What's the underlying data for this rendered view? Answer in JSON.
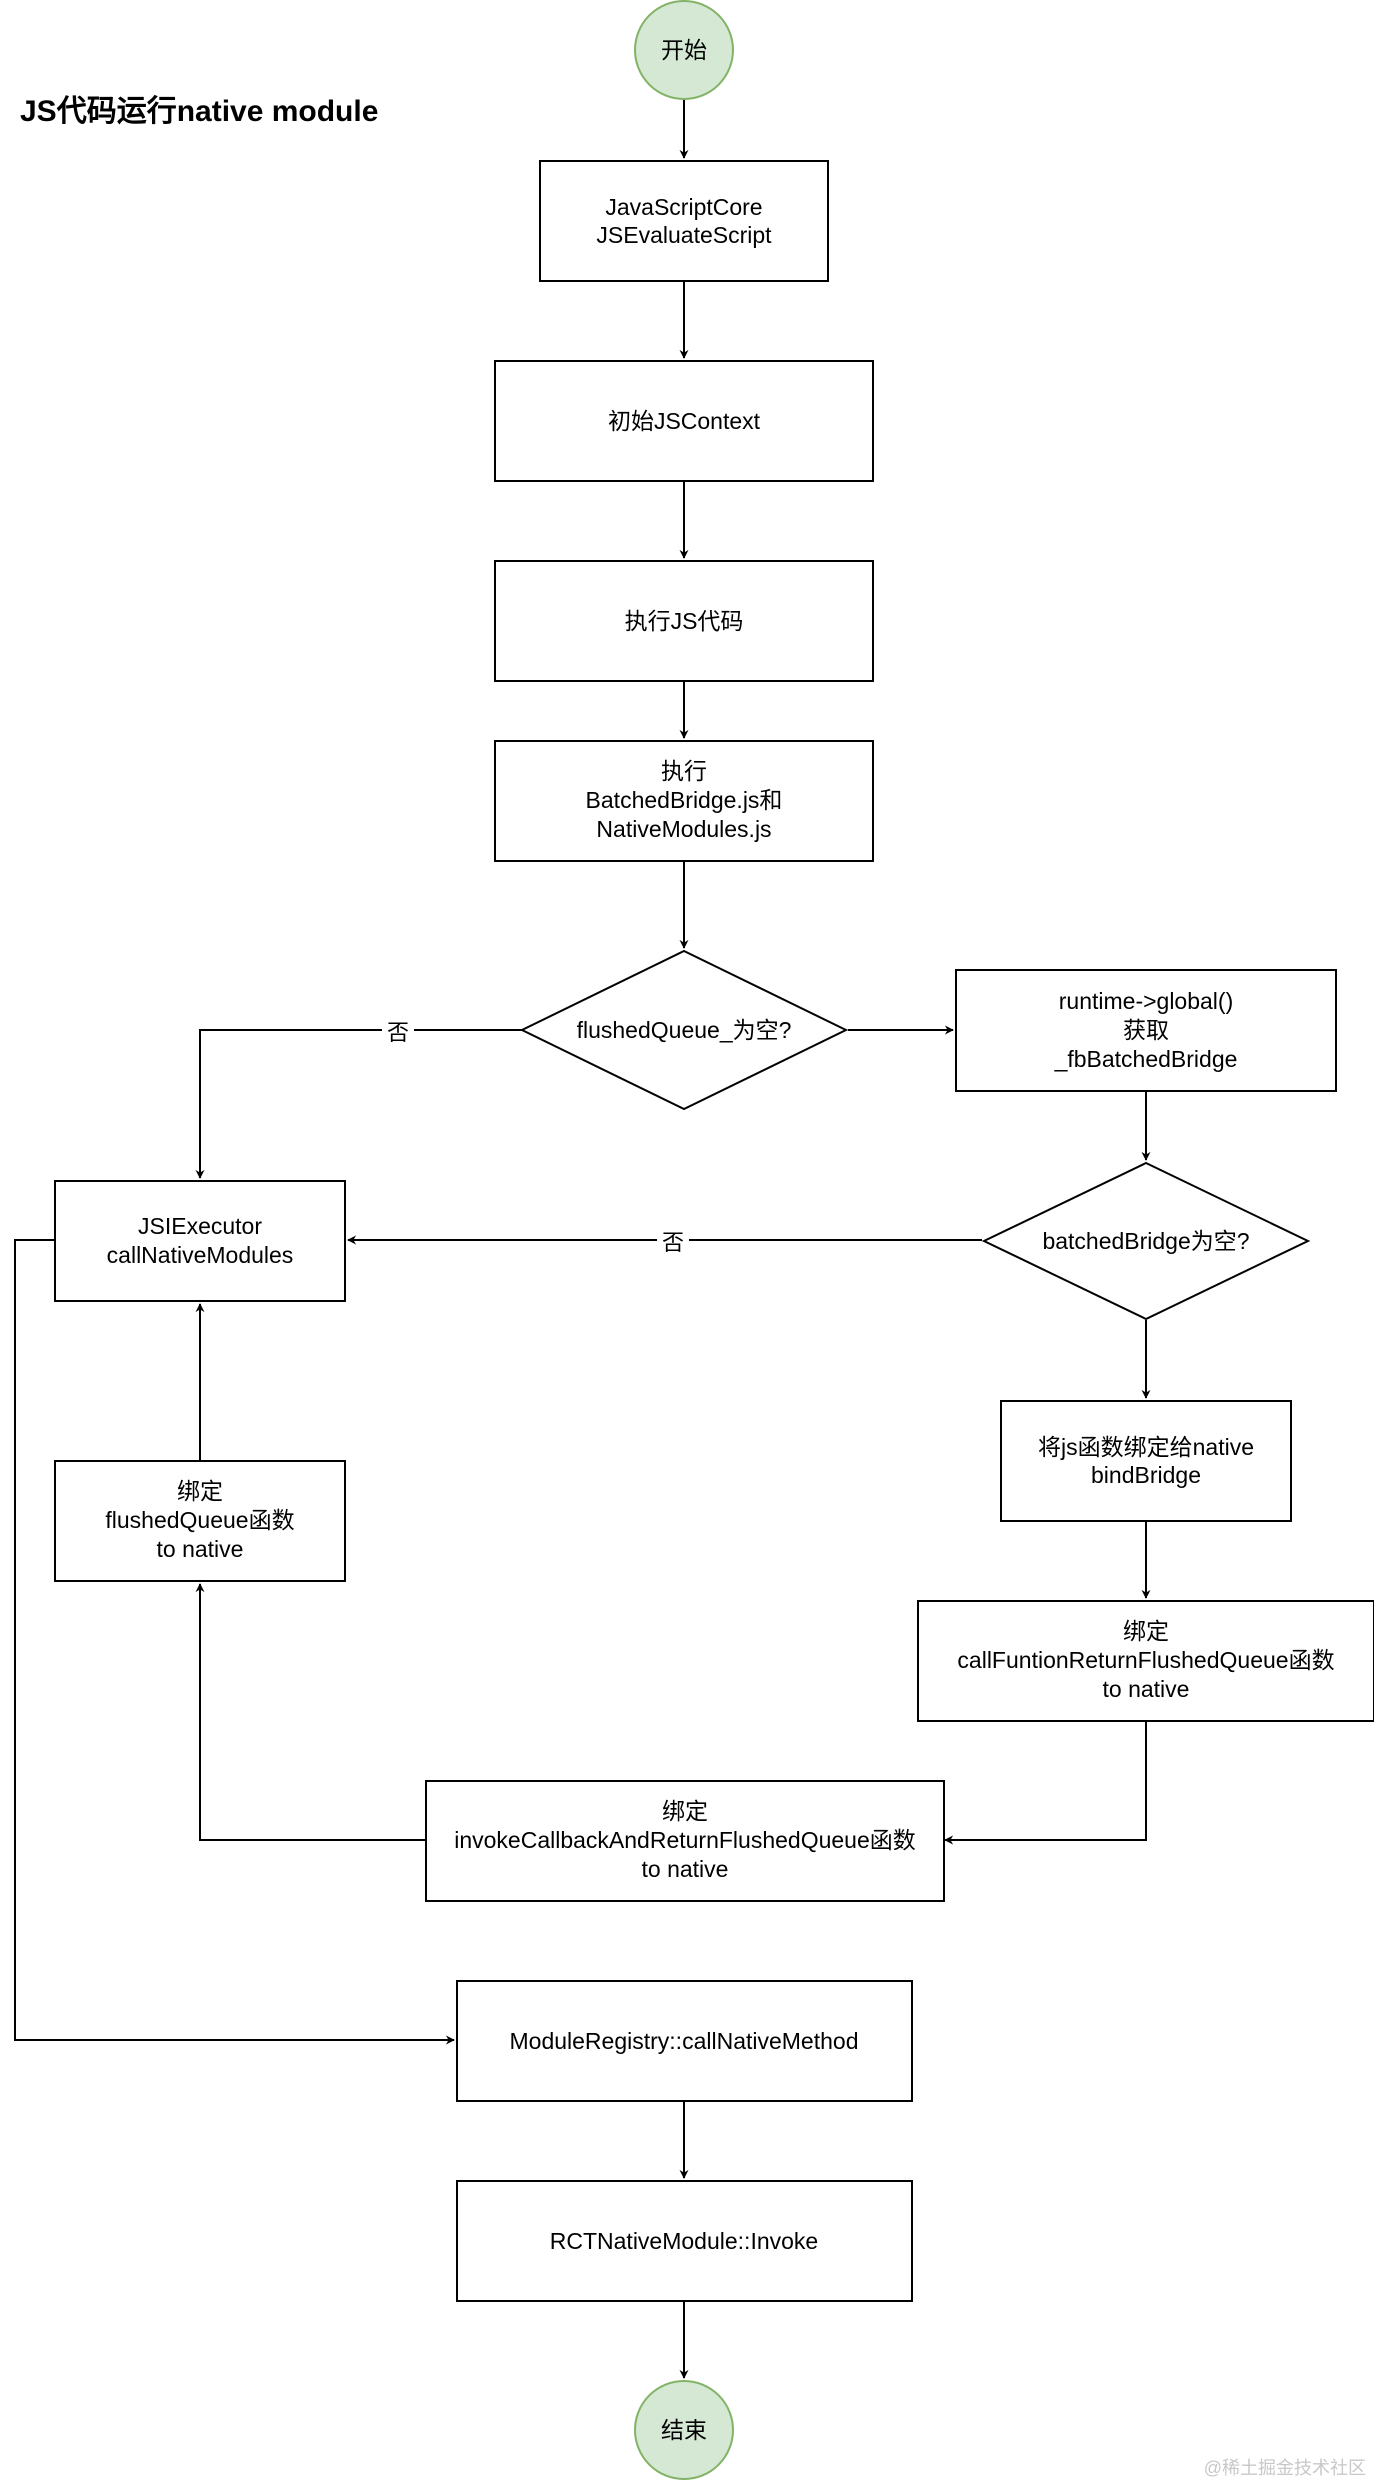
{
  "title": "JS代码运行native module",
  "watermark": "@稀土掘金技术社区",
  "colors": {
    "terminal_fill": "#d5e8d4",
    "terminal_stroke": "#82b366",
    "stroke": "#000000"
  },
  "nodes": {
    "start": {
      "lines": [
        "开始"
      ]
    },
    "jsc": {
      "lines": [
        "JavaScriptCore",
        "JSEvaluateScript"
      ]
    },
    "init_context": {
      "lines": [
        "初始JSContext"
      ]
    },
    "exec_js": {
      "lines": [
        "执行JS代码"
      ]
    },
    "exec_batched": {
      "lines": [
        "执行",
        "BatchedBridge.js和",
        "NativeModules.js"
      ]
    },
    "flushed_empty": {
      "lines": [
        "flushedQueue_为空?"
      ]
    },
    "runtime_global": {
      "lines": [
        "runtime->global()",
        "获取",
        "_fbBatchedBridge"
      ]
    },
    "batched_empty": {
      "lines": [
        "batchedBridge为空?"
      ]
    },
    "bind_bridge": {
      "lines": [
        "将js函数绑定给native",
        "bindBridge"
      ]
    },
    "bind_call_function": {
      "lines": [
        "绑定",
        "callFuntionReturnFlushedQueue函数",
        "to native"
      ]
    },
    "bind_invoke_callback": {
      "lines": [
        "绑定",
        "invokeCallbackAndReturnFlushedQueue函数",
        "to native"
      ]
    },
    "bind_flushed": {
      "lines": [
        "绑定",
        "flushedQueue函数",
        "to native"
      ]
    },
    "jsi_executor": {
      "lines": [
        "JSIExecutor",
        "callNativeModules"
      ]
    },
    "module_registry": {
      "lines": [
        "ModuleRegistry::callNativeMethod"
      ]
    },
    "rct_invoke": {
      "lines": [
        "RCTNativeModule::Invoke"
      ]
    },
    "end": {
      "lines": [
        "结束"
      ]
    }
  },
  "edges": [
    {
      "from": "start",
      "to": "jsc"
    },
    {
      "from": "jsc",
      "to": "init_context"
    },
    {
      "from": "init_context",
      "to": "exec_js"
    },
    {
      "from": "exec_js",
      "to": "exec_batched"
    },
    {
      "from": "exec_batched",
      "to": "flushed_empty"
    },
    {
      "from": "flushed_empty",
      "to": "runtime_global"
    },
    {
      "from": "flushed_empty",
      "to": "jsi_executor",
      "label": "否"
    },
    {
      "from": "runtime_global",
      "to": "batched_empty"
    },
    {
      "from": "batched_empty",
      "to": "jsi_executor",
      "label": "否"
    },
    {
      "from": "batched_empty",
      "to": "bind_bridge"
    },
    {
      "from": "bind_bridge",
      "to": "bind_call_function"
    },
    {
      "from": "bind_call_function",
      "to": "bind_invoke_callback"
    },
    {
      "from": "bind_invoke_callback",
      "to": "bind_flushed"
    },
    {
      "from": "bind_flushed",
      "to": "jsi_executor"
    },
    {
      "from": "jsi_executor",
      "to": "module_registry"
    },
    {
      "from": "module_registry",
      "to": "rct_invoke"
    },
    {
      "from": "rct_invoke",
      "to": "end"
    }
  ]
}
